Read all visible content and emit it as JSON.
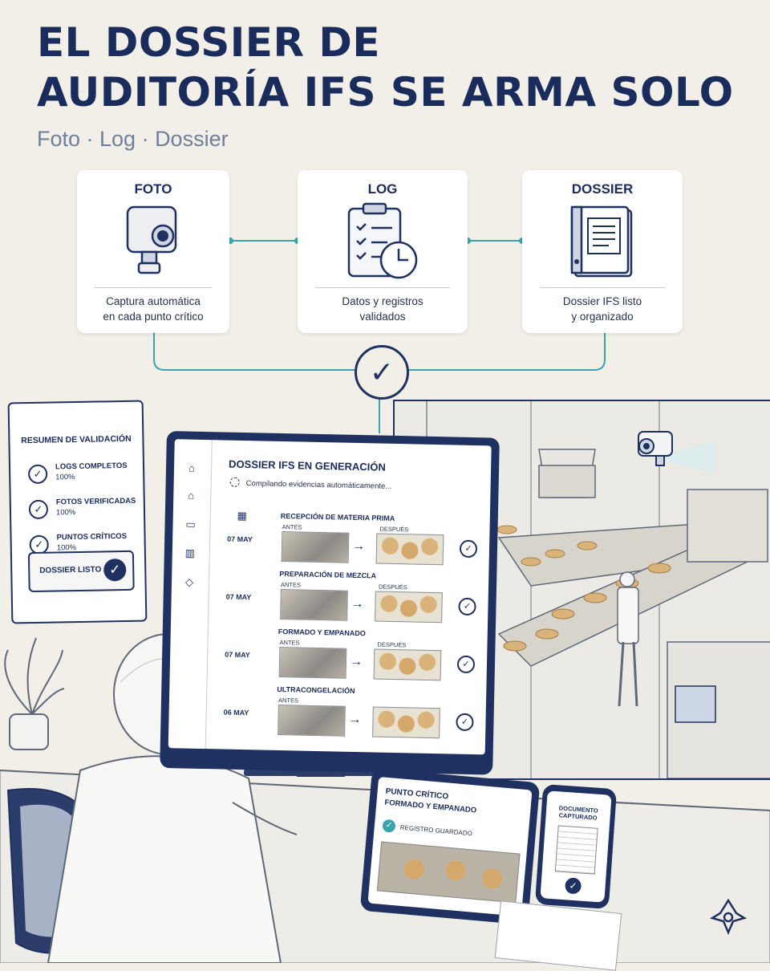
{
  "title_lines": [
    "EL DOSSIER DE",
    "AUDITORÍA IFS SE ARMA SOLO"
  ],
  "subtitle": "Foto · Log · Dossier",
  "cards": [
    {
      "title": "FOTO",
      "icon": "camera-icon",
      "description": "Captura automática\nen cada punto crítico"
    },
    {
      "title": "LOG",
      "icon": "clipboard-clock-icon",
      "description": "Datos y registros\nvalidados"
    },
    {
      "title": "DOSSIER",
      "icon": "binder-icon",
      "description": "Dossier IFS listo\ny organizado"
    }
  ],
  "validation": {
    "title": "RESUMEN DE VALIDACIÓN",
    "rows": [
      {
        "label": "LOGS COMPLETOS",
        "value": "100%"
      },
      {
        "label": "FOTOS VERIFICADAS",
        "value": "100%"
      },
      {
        "label": "PUNTOS CRÍTICOS",
        "value": "100%"
      }
    ],
    "ready_label": "DOSSIER LISTO"
  },
  "screen": {
    "title": "DOSSIER IFS EN GENERACIÓN",
    "subtitle": "Compilando evidencias automáticamente...",
    "before_label": "ANTES",
    "after_label": "DESPUÉS",
    "steps": [
      {
        "date": "07 MAY",
        "name": "RECEPCIÓN DE MATERIA PRIMA"
      },
      {
        "date": "07 MAY",
        "name": "PREPARACIÓN DE MEZCLA"
      },
      {
        "date": "07 MAY",
        "name": "FORMADO Y EMPANADO"
      },
      {
        "date": "06 MAY",
        "name": "ULTRACONGELACIÓN"
      }
    ]
  },
  "tablet": {
    "line1": "PUNTO CRÍTICO",
    "line2": "FORMADO Y EMPANADO",
    "saved": "REGISTRO GUARDADO"
  },
  "phone": {
    "line1": "DOCUMENTO",
    "line2": "CAPTURADO"
  },
  "colors": {
    "navy": "#1e3160",
    "teal": "#3ba3ac",
    "background": "#f2efe8"
  }
}
